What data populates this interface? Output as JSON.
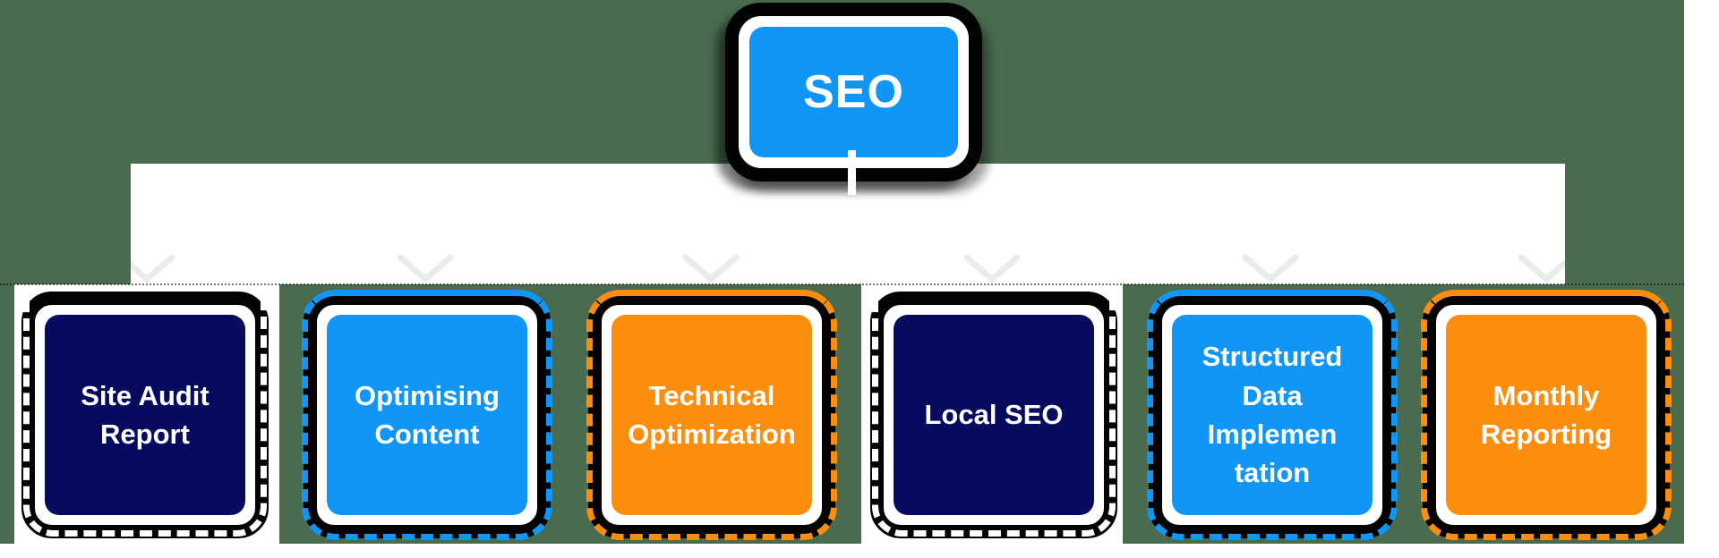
{
  "diagram": {
    "title": "SEO services mind map",
    "type": "org-chart",
    "root": {
      "label": "SEO",
      "fill_color": "#0f96f7"
    },
    "children": [
      {
        "label": "Site Audit\nReport",
        "fill_color": "#070b5e",
        "dash_color": "#ffffff"
      },
      {
        "label": "Optimising\nContent",
        "fill_color": "#0f96f7",
        "dash_color": "#0f96f7"
      },
      {
        "label": "Technical\nOptimization",
        "fill_color": "#fb8e0f",
        "dash_color": "#fb8e0f"
      },
      {
        "label": "Local SEO",
        "fill_color": "#070b5e",
        "dash_color": "#ffffff"
      },
      {
        "label": "Structured\nData\nImplemen\ntation",
        "fill_color": "#0f96f7",
        "dash_color": "#0f96f7"
      },
      {
        "label": "Monthly\nReporting",
        "fill_color": "#fb8e0f",
        "dash_color": "#fb8e0f"
      }
    ],
    "palette": {
      "background_green": "#4a6b4e",
      "band_white": "#ffffff",
      "border_black": "#030303",
      "text_white": "#ffffff",
      "blue": "#0f96f7",
      "orange": "#fb8e0f",
      "navy": "#070b5e",
      "chevron_gray": "#e8ede8"
    }
  }
}
